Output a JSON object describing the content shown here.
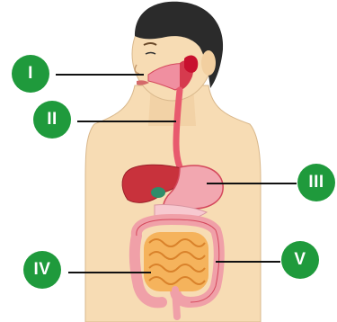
{
  "labels": [
    {
      "id": "I",
      "text": "I",
      "organ": "mouth"
    },
    {
      "id": "II",
      "text": "II",
      "organ": "esophagus"
    },
    {
      "id": "III",
      "text": "III",
      "organ": "stomach"
    },
    {
      "id": "IV",
      "text": "IV",
      "organ": "small-intestine"
    },
    {
      "id": "V",
      "text": "V",
      "organ": "large-intestine"
    }
  ],
  "colors": {
    "badge": "#1f9a3c",
    "skin": "#f7dcb4",
    "hair": "#2b2b2b",
    "tract": "#e85a6e",
    "liver": "#c8323c",
    "stomach": "#f2a7b0",
    "small_intestine": "#f5b35c",
    "large_intestine": "#f0a0a8"
  }
}
